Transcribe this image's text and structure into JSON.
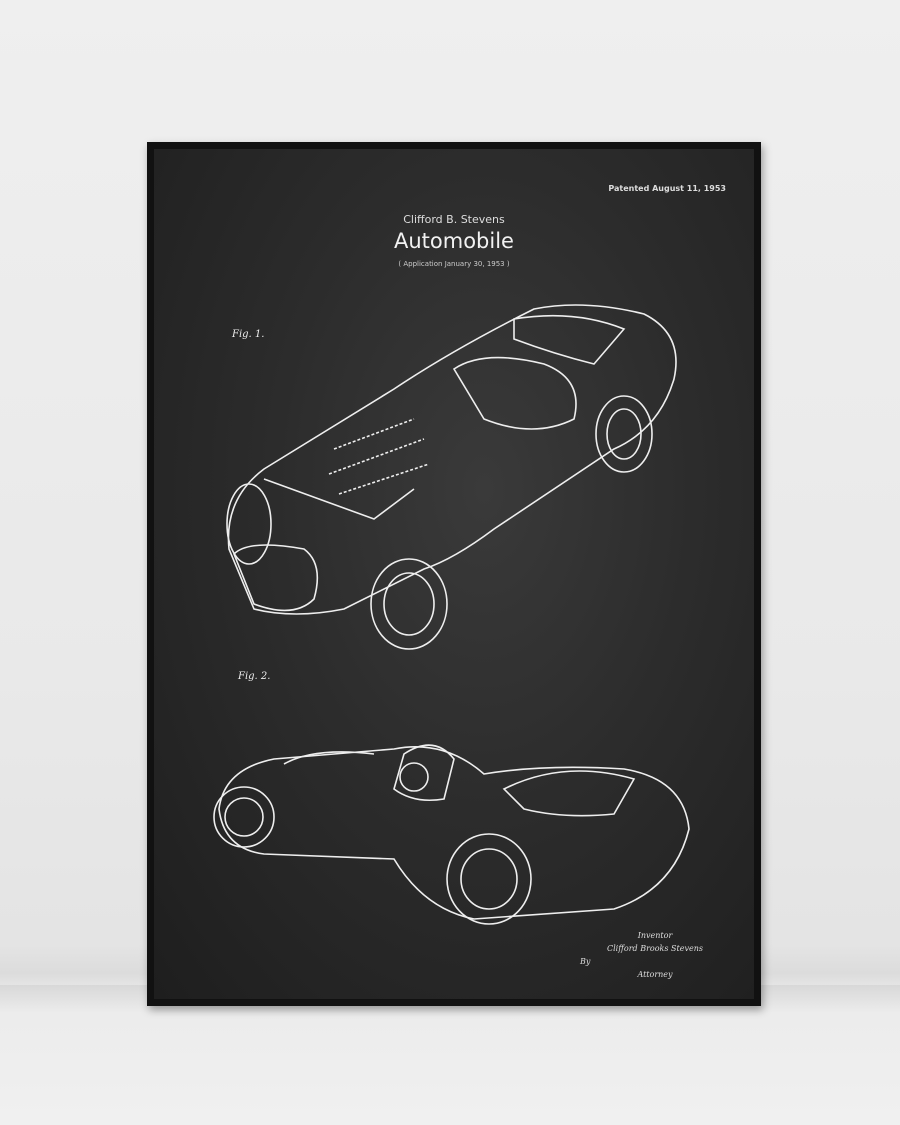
{
  "poster": {
    "patented": "Patented August 11, 1953",
    "author": "Clifford B. Stevens",
    "title": "Automobile",
    "application": "( Application January 30, 1953 )",
    "fig1_label": "Fig. 1.",
    "fig2_label": "Fig. 2.",
    "signature": {
      "inventor_label": "Inventor",
      "inventor_name": "Clifford Brooks Stevens",
      "by": "By",
      "attorney_label": "Attorney"
    }
  },
  "colors": {
    "wall": "#ebebeb",
    "frame": "#111111",
    "board": "#2c2c2c",
    "ink": "#f0f0f0"
  }
}
